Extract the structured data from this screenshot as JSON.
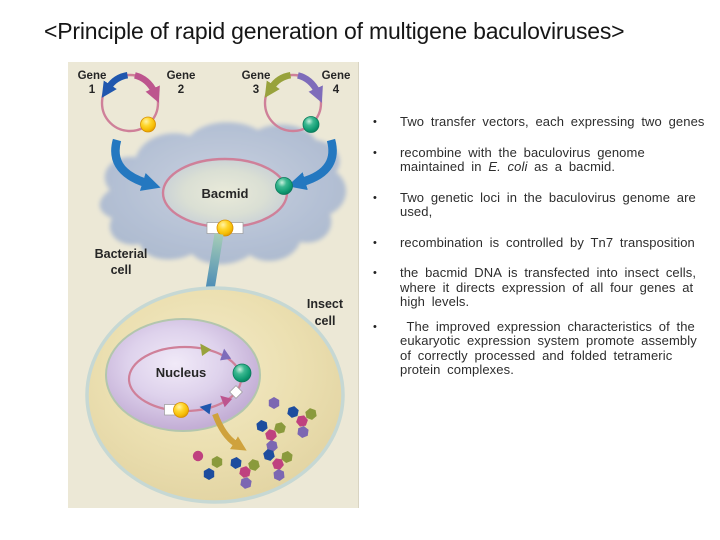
{
  "title": "<Principle of rapid generation of multigene baculoviruses>",
  "bullet_char": "•",
  "bullets": [
    {
      "lines": [
        [
          {
            "t": "Two transfer vectors, each expressing two genes"
          }
        ]
      ]
    },
    {
      "lines": [
        [
          {
            "t": "recombine with the baculovirus genome"
          }
        ],
        [
          {
            "t": "maintained in "
          },
          {
            "t": "E. coli",
            "i": true
          },
          {
            "t": " as a bacmid."
          }
        ]
      ]
    },
    {
      "lines": [
        [
          {
            "t": "Two genetic loci in the baculovirus genome are"
          }
        ],
        [
          {
            "t": "used,"
          }
        ]
      ]
    },
    {
      "lines": [
        [
          {
            "t": "recombination is controlled by Tn7 transposition"
          }
        ]
      ]
    },
    {
      "lines": [
        [
          {
            "t": "the bacmid DNA is transfected into insect cells,"
          }
        ],
        [
          {
            "t": "where it directs expression of all four genes at"
          }
        ],
        [
          {
            "t": "high levels."
          }
        ]
      ]
    },
    {
      "lines": [
        [
          {
            "t": " The improved expression characteristics of the"
          }
        ],
        [
          {
            "t": "eukaryotic expression system promote assembly"
          }
        ],
        [
          {
            "t": "of correctly processed and folded tetrameric"
          }
        ],
        [
          {
            "t": "protein complexes."
          }
        ]
      ]
    }
  ],
  "diagram": {
    "labels": {
      "gene": "Gene",
      "n1": "1",
      "n2": "2",
      "n3": "3",
      "n4": "4",
      "bacmid": "Bacmid",
      "bacterial": "Bacterial",
      "cell": "cell",
      "insect": "Insect",
      "nucleus": "Nucleus"
    },
    "colors": {
      "panel_bg": "#ece8d6",
      "plasmid_ring": "#cf8099",
      "gene1_blue": "#2057ae",
      "gene2_pink": "#bd558e",
      "gene3_olive": "#98a23c",
      "gene4_purple": "#7e6cba",
      "yellow_marker": "#f5bd06",
      "green_marker": "#0f9b72",
      "entry_arrow_blue": "#2478c0",
      "transfection_arrow_top": "#a6cdb7",
      "transfection_arrow_bottom": "#2470b5",
      "bacterial_cell": "#b5c1d5",
      "insect_cell": "#ebdfb0",
      "insect_rim": "#c6d8d4",
      "nucleus": "#c4afd6",
      "gold_arrow": "#cfa23d",
      "hex_blue": "#1d4d9e",
      "hex_olive": "#8a9a3c",
      "hex_pink": "#bf417f",
      "hex_purple": "#7c67b2"
    }
  }
}
